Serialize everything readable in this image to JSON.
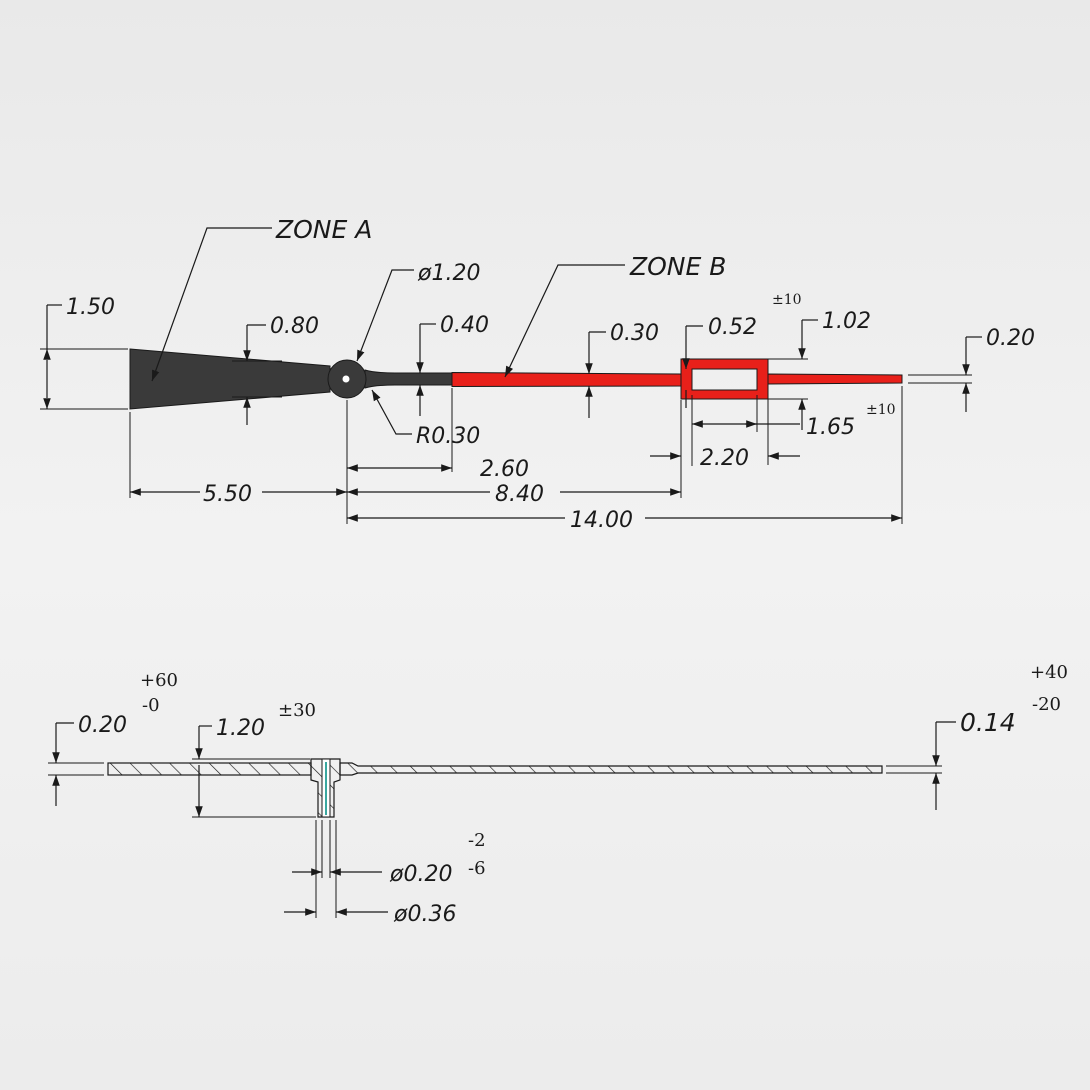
{
  "top_view": {
    "zone_a": "ZONE A",
    "zone_b": "ZONE B",
    "dims": {
      "d150": "1.50",
      "d080": "0.80",
      "d120": "ø1.20",
      "d040": "0.40",
      "d030": "0.30",
      "d052": "0.52",
      "d102": "1.02",
      "tol102": "±10",
      "d020": "0.20",
      "r030": "R0.30",
      "d260": "2.60",
      "d165": "1.65",
      "tol165": "±10",
      "d220": "2.20",
      "d550": "5.50",
      "d840": "8.40",
      "d1400": "14.00"
    }
  },
  "side_view": {
    "dims": {
      "d020": "0.20",
      "tol020_plus": "+60",
      "tol020_minus": "-0",
      "d120": "1.20",
      "tol120": "±30",
      "d014": "0.14",
      "tol014_plus": "+40",
      "tol014_minus": "-20",
      "dia020": "ø0.20",
      "tol_dia020_plus": "-2",
      "tol_dia020_minus": "-6",
      "dia036": "ø0.36"
    }
  },
  "colors": {
    "zone_a_fill": "#3a3a3a",
    "zone_b_fill": "#e8201a",
    "pin_accent": "#3aa8a0"
  }
}
